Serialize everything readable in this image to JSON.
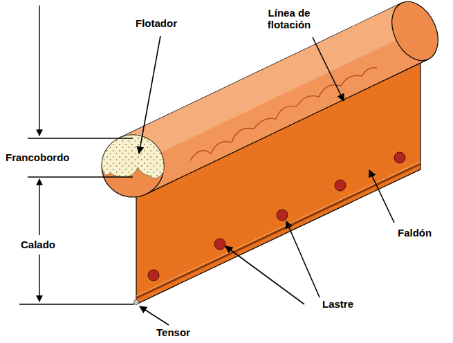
{
  "diagram": {
    "labels": [
      "Flotador",
      "Línea de flotación",
      "Francobordo",
      "Calado",
      "Faldón",
      "Lastre",
      "Tensor"
    ]
  }
}
